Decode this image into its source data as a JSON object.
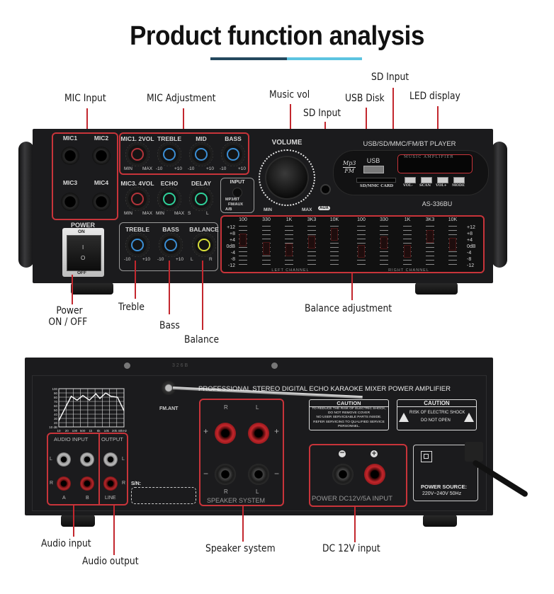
{
  "title": "Product function analysis",
  "accent_colors": {
    "callout_line": "#c3272e",
    "underline_dark": "#24485e",
    "underline_light": "#5cc4e0",
    "panel": "#1b1b1d"
  },
  "front_callouts": {
    "mic_input": "MIC Input",
    "mic_adjustment": "MIC Adjustment",
    "music_vol": "Music vol",
    "sd_input_low": "SD Input",
    "usb_disk": "USB Disk",
    "sd_input_high": "SD Input",
    "led_display": "LED display",
    "power_line1": "Power",
    "power_line2": "ON / OFF",
    "treble": "Treble",
    "bass": "Bass",
    "balance": "Balance",
    "balance_adjustment": "Balance adjustment"
  },
  "front_panel": {
    "mics": [
      "MIC1",
      "MIC2",
      "MIC3",
      "MIC4"
    ],
    "mic_knobs_top": [
      {
        "label": "MIC1. 2VOL",
        "min": "MIN",
        "max": "MAX",
        "color": "#b3343a"
      },
      {
        "label": "TREBLE",
        "min": "-10",
        "max": "+10",
        "color": "#3b8fd6"
      },
      {
        "label": "MID",
        "min": "-10",
        "max": "+10",
        "color": "#3b8fd6"
      },
      {
        "label": "BASS",
        "min": "-10",
        "max": "+10",
        "color": "#3b8fd6"
      }
    ],
    "mic_knobs_bottom": [
      {
        "label": "MIC3. 4VOL",
        "min": "MIN",
        "max": "MAX",
        "color": "#b3343a"
      },
      {
        "label": "ECHO",
        "min": "MIN",
        "max": "MAX",
        "color": "#2fd19a"
      },
      {
        "label": "DELAY",
        "min": "S",
        "max": "L",
        "color": "#2fd19a"
      }
    ],
    "input_selector": {
      "label": "INPUT",
      "opt1": "MP3/BT",
      "opt2": "FM/AUX",
      "opt3": "A/B"
    },
    "volume": {
      "label": "VOLUME",
      "min": "MIN",
      "max": "MAX",
      "aux": "AUX"
    },
    "player": {
      "title": "USB/SD/MMC/FM/BT PLAYER",
      "mp3": "Mp3",
      "fm": "FM",
      "usb": "USB",
      "sd_card": "SD/MMC CARD",
      "display_text": "MUSIC AMPLIFIER",
      "buttons": [
        "VOL-",
        "SCAN",
        "VOL+",
        "MODE"
      ],
      "model": "AS-336BU"
    },
    "power_switch": {
      "label": "POWER",
      "on": "ON",
      "off": "OFF",
      "i": "I",
      "o": "O"
    },
    "tone_knobs": [
      {
        "label": "TREBLE",
        "min": "-10",
        "max": "+10",
        "color": "#3b8fd6"
      },
      {
        "label": "BASS",
        "min": "-10",
        "max": "+10",
        "color": "#3b8fd6"
      },
      {
        "label": "BALANCE",
        "min": "L",
        "max": "R",
        "color": "#d8df3a"
      }
    ],
    "equalizer": {
      "bands": [
        "100",
        "330",
        "1K",
        "3K3",
        "10K",
        "100",
        "330",
        "1K",
        "3K3",
        "10K"
      ],
      "scale": [
        "+12",
        "+8",
        "+4",
        "0dB",
        "-4",
        "-8",
        "-12"
      ],
      "left_channel": "LEFT CHANNEL",
      "right_channel": "RIGHT CHANNEL"
    }
  },
  "back_callouts": {
    "audio_input": "Audio input",
    "audio_output": "Audio output",
    "speaker_system": "Speaker system",
    "dc_input": "DC 12V input"
  },
  "back_panel": {
    "serial_top": "3 2 6 B",
    "headline": "PROFESSIONAL STEREO DIGITAL ECHO KARAOKE MIXER POWER AMPLIFIER",
    "fm_ant": "FM.ANT",
    "freq_chart": {
      "y_ticks": [
        "100",
        "90",
        "80",
        "70",
        "60",
        "50",
        "40",
        "30",
        "20",
        "10 dB"
      ],
      "x_ticks": [
        "10",
        "20",
        "100",
        "500",
        "1k",
        "5k",
        "10k",
        "20k",
        "40kHz"
      ]
    },
    "audio_input": {
      "label": "AUDIO INPUT",
      "l": "L",
      "r": "R",
      "a": "A",
      "b": "B"
    },
    "output": {
      "label": "OUTPUT",
      "l": "L",
      "r": "R",
      "line": "LINE"
    },
    "sn": "S/N:",
    "speaker": {
      "r": "R",
      "l": "L",
      "plus": "+",
      "minus": "−",
      "label": "SPEAKER SYSTEM"
    },
    "caution1": {
      "title": "CAUTION",
      "lines": [
        "TO REDUCE THE RISK OF ELECTRIC SHOCK,",
        "DO NOT REMOVE COVER",
        "NO USER SERVICEABLE PARTS INSIDE.",
        "REFER SERVICING TO QUALIFIED SERVICE",
        "PERSONNEL."
      ]
    },
    "caution2": {
      "title": "CAUTION",
      "line1": "RISK OF ELECTRIC SHOCK",
      "line2": "DO NOT OPEN"
    },
    "dc_power": {
      "minus": "−",
      "plus": "+",
      "label": "POWER DC12V/5A INPUT"
    },
    "power_source": {
      "label": "POWER SOURCE:",
      "value": "220V~240V  50Hz"
    }
  }
}
